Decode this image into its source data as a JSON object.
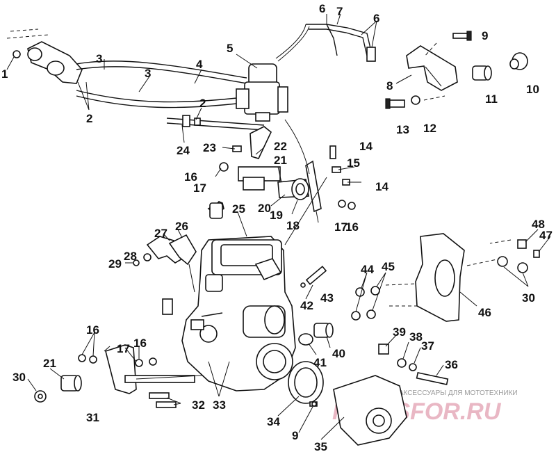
{
  "diagram": {
    "callouts": {
      "c1": "1",
      "c2a": "2",
      "c2b": "2",
      "c3a": "3",
      "c3b": "3",
      "c4": "4",
      "c5": "5",
      "c6a": "6",
      "c6b": "6",
      "c7": "7",
      "c8": "8",
      "c9a": "9",
      "c9b": "9",
      "c10": "10",
      "c11": "11",
      "c12": "12",
      "c13": "13",
      "c14a": "14",
      "c14b": "14",
      "c15": "15",
      "c16a": "16",
      "c16b": "16",
      "c16c": "16",
      "c16d": "16",
      "c17a": "17",
      "c17b": "17",
      "c17c": "17",
      "c18": "18",
      "c19": "19",
      "c20": "20",
      "c21a": "21",
      "c21b": "21",
      "c22": "22",
      "c23": "23",
      "c24": "24",
      "c25": "25",
      "c26": "26",
      "c27": "27",
      "c28": "28",
      "c29": "29",
      "c30a": "30",
      "c30b": "30",
      "c31": "31",
      "c32": "32",
      "c33": "33",
      "c34": "34",
      "c35": "35",
      "c36": "36",
      "c37": "37",
      "c38": "38",
      "c39": "39",
      "c40": "40",
      "c41": "41",
      "c42": "42",
      "c43": "43",
      "c44": "44",
      "c45": "45",
      "c46": "46",
      "c47": "47",
      "c48": "48"
    }
  },
  "watermark": {
    "tagline": "ЗАПЧАСТИ И АКСЕССУАРЫ ДЛЯ МОТОТЕХНИКИ",
    "logo": "PARTSFOR.RU"
  }
}
